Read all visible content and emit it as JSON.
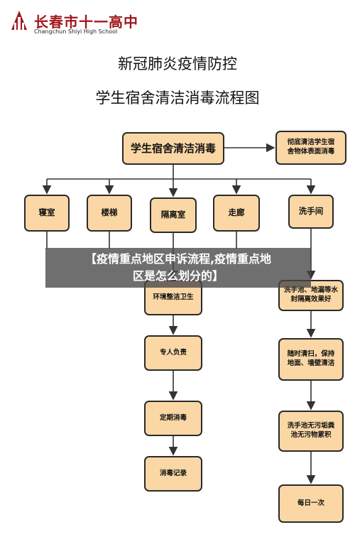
{
  "logo": {
    "name_cn": "长春市十一高中",
    "name_en": "Changchun Shiyi High School"
  },
  "title": {
    "line1": "新冠肺炎疫情防控",
    "line2": "学生宿舍清洁消毒流程图"
  },
  "nodes": {
    "main": "学生宿舍清洁消毒",
    "side": "彻底清洁学生宿舍物体表面消毒",
    "dorm": "寝室",
    "stairs": "楼梯",
    "isolation": "隔离室",
    "corridor": "走廊",
    "washroom": "洗手间",
    "env": "环境整洁卫生",
    "assign": "专人负责",
    "regular": "定期消毒",
    "record": "消毒记录",
    "wash_effect": "洗手池、地漏等水封隔离效果好",
    "clean_walls": "随时清扫，保持地面、墙壁清洁",
    "no_dirt": "洗手池无污垢粪池无污物累积",
    "daily": "每日一次"
  },
  "banner": {
    "line1": "【疫情重点地区申诉流程,疫情重点地",
    "line2": "区是怎么划分的】"
  },
  "colors": {
    "box_fill": "#fad7a5",
    "line": "#333333",
    "logo_red": "#a1171c"
  }
}
